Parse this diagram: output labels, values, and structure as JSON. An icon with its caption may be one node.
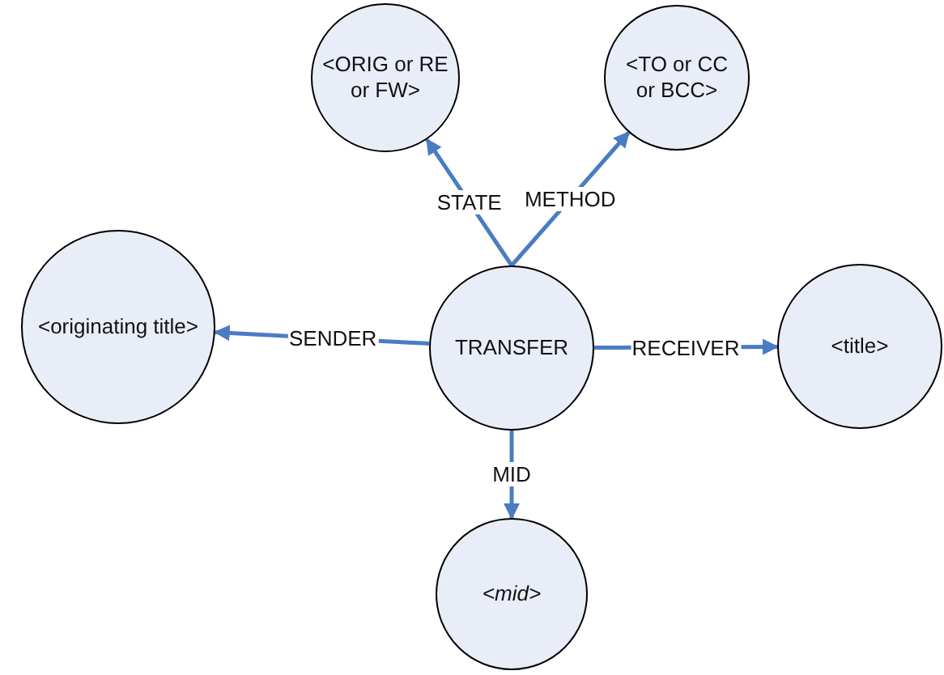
{
  "diagram": {
    "nodes": [
      {
        "text": [
          "<ORIG or RE or FW>"
        ]
      },
      {
        "text": [
          "<TO or CC or BCC>"
        ]
      },
      {
        "text": [
          "<originating title>"
        ]
      },
      {
        "text": [
          "TRANSFER"
        ]
      },
      {
        "text": [
          "<title>"
        ]
      },
      {
        "text": [
          "<mid>"
        ]
      }
    ],
    "edges": [
      {
        "from": 3,
        "to": 0,
        "arrow": "to",
        "label": "STATE"
      },
      {
        "from": 3,
        "to": 1,
        "arrow": "to",
        "label": "METHOD"
      },
      {
        "from": 3,
        "to": 2,
        "arrow": "to",
        "label": "SENDER"
      },
      {
        "from": 3,
        "to": 4,
        "arrow": "to",
        "label": "RECEIVER"
      },
      {
        "from": 3,
        "to": 5,
        "arrow": "to",
        "label": "MID"
      }
    ]
  }
}
